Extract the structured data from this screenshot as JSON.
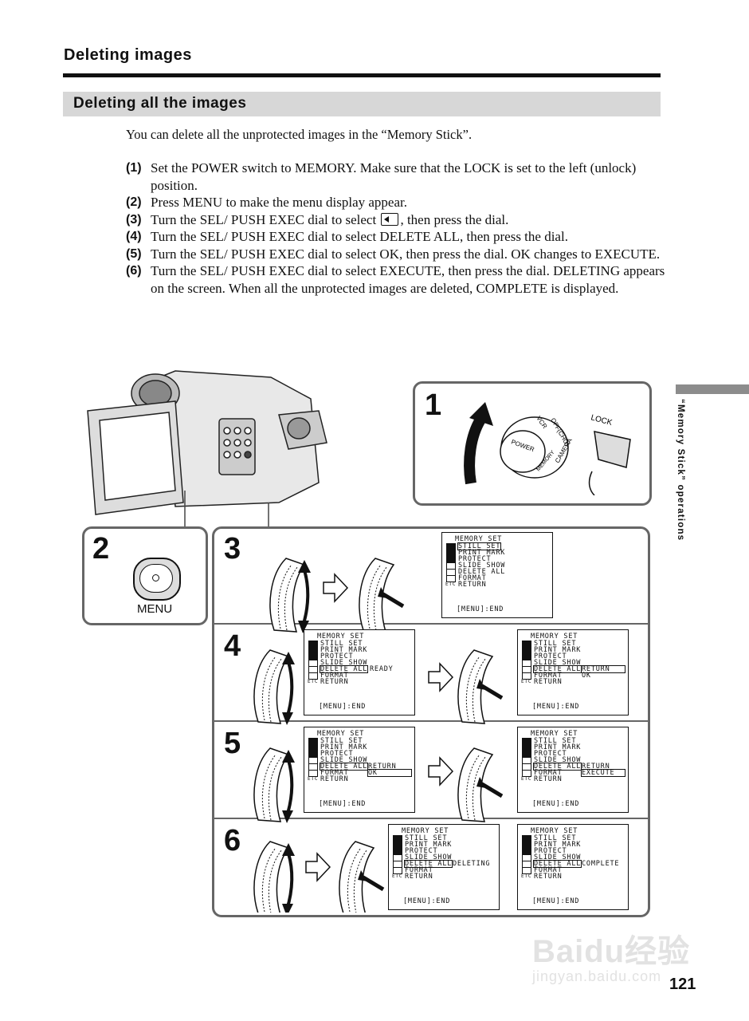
{
  "header": {
    "section_title": "Deleting images",
    "subsection_title": "Deleting all the images"
  },
  "intro": "You can delete all the unprotected images in the “Memory Stick”.",
  "steps": [
    {
      "num": "(1)",
      "text": "Set the POWER switch to MEMORY. Make sure that the LOCK is set to the left (unlock) position."
    },
    {
      "num": "(2)",
      "text": "Press MENU to make the menu display appear."
    },
    {
      "num": "(3)",
      "text_before": "Turn the SEL/ PUSH EXEC dial to select ",
      "text_after": ", then press the dial."
    },
    {
      "num": "(4)",
      "text": "Turn the SEL/ PUSH EXEC dial to select DELETE ALL, then press the dial."
    },
    {
      "num": "(5)",
      "text": "Turn the SEL/ PUSH EXEC dial to select OK, then press the dial. OK changes to EXECUTE."
    },
    {
      "num": "(6)",
      "text": "Turn the SEL/ PUSH EXEC dial to select EXECUTE, then press the dial. DELETING appears on the screen. When all the unprotected images are deleted, COMPLETE is displayed."
    }
  ],
  "side_tab": "“Memory Stick” operations",
  "page_number": "121",
  "watermark": {
    "brand": "Baidu经验",
    "url": "jingyan.baidu.com"
  },
  "figure": {
    "step_labels": [
      "1",
      "2",
      "3",
      "4",
      "5",
      "6"
    ],
    "menu_button_label": "MENU",
    "switch_labels": {
      "off": "OFF(CHG)",
      "vcr": "VCR",
      "memory": "MEMORY",
      "camera": "CAMERA",
      "power": "POWER",
      "lock": "LOCK"
    },
    "menu": {
      "title": "MEMORY SET",
      "items": [
        "STILL SET",
        "PRINT MARK",
        "PROTECT",
        "SLIDE SHOW",
        "DELETE ALL",
        "FORMAT",
        "RETURN"
      ],
      "footer": "[MENU]:END",
      "etc_label": "ETC"
    },
    "states": {
      "ready": "READY",
      "return": "RETURN",
      "ok": "OK",
      "execute": "EXECUTE",
      "deleting": "DELETING",
      "complete": "COMPLETE"
    }
  }
}
